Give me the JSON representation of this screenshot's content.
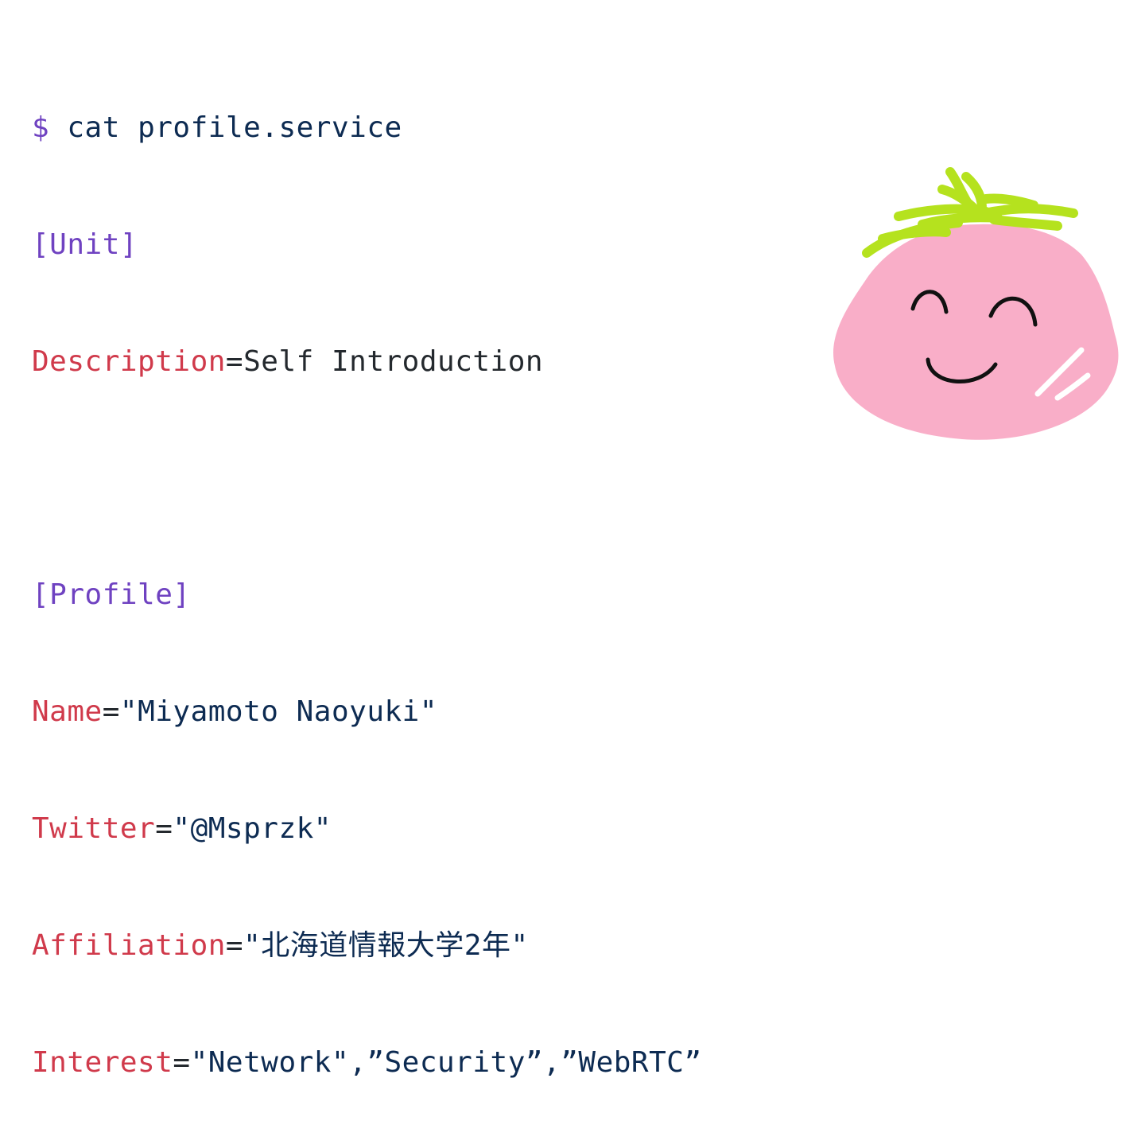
{
  "terminal": {
    "prompt": "$",
    "command": "cat profile.service",
    "unit_header": "[Unit]",
    "description_key": "Description",
    "description_value": "Self Introduction",
    "profile_header": "[Profile]",
    "name_key": "Name",
    "name_value": "\"Miyamoto Naoyuki\"",
    "twitter_key": "Twitter",
    "twitter_value": "\"@Msprzk\"",
    "affiliation_key": "Affiliation",
    "affiliation_value": "\"北海道情報大学2年\"",
    "interest_key": "Interest",
    "interest_value": "\"Network\",”Security”,”WebRTC”"
  },
  "mascot": {
    "icon": "smiling-tomato-icon",
    "body_color": "#f9aec8",
    "leaf_color": "#b5e21e",
    "face_color": "#111111"
  }
}
